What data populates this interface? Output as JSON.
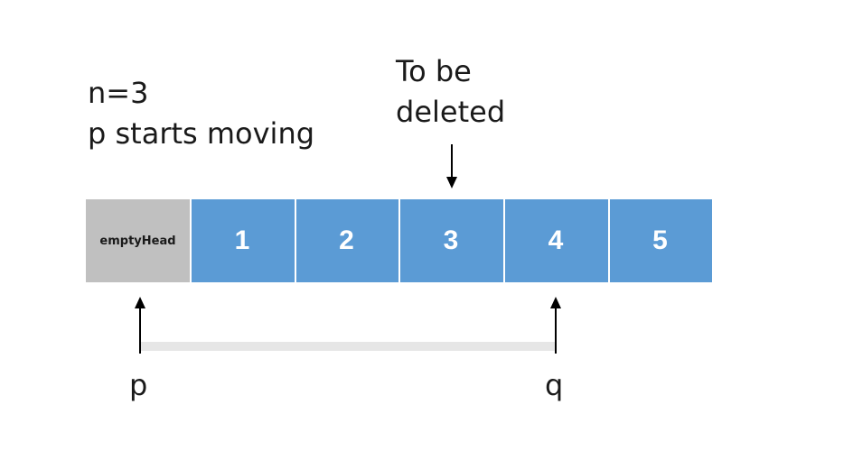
{
  "annotation": {
    "n_text": "n=3",
    "p_moving_text": "p starts moving",
    "delete_line1": "To be",
    "delete_line2": "deleted"
  },
  "list": {
    "head_label": "emptyHead",
    "nodes": [
      "1",
      "2",
      "3",
      "4",
      "5"
    ]
  },
  "pointers": {
    "p_label": "p",
    "q_label": "q"
  },
  "colors": {
    "node_fill": "#5b9bd5",
    "head_fill": "#c0c0c0",
    "connector": "#e6e6e6",
    "text": "#1a1a1a"
  }
}
